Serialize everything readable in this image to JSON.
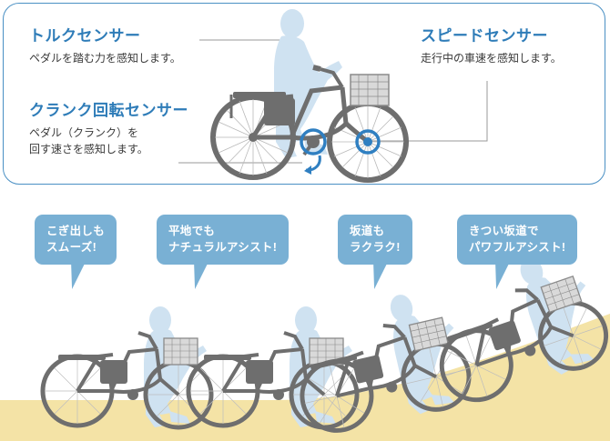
{
  "sensor_panel": {
    "callouts": [
      {
        "id": "torque-sensor",
        "title": "トルクセンサー",
        "body": "ペダルを踏む力を感知します。"
      },
      {
        "id": "crank-rotation-sensor",
        "title": "クランク回転センサー",
        "body_line1": "ペダル（クランク）を",
        "body_line2": "回す速さを感知します。"
      },
      {
        "id": "speed-sensor",
        "title": "スピードセンサー",
        "body": "走行中の車速を感知します。"
      }
    ],
    "markers": [
      {
        "id": "crank-sensor-marker",
        "label": "crank-sensor-circle"
      },
      {
        "id": "speed-sensor-marker",
        "label": "front-hub-sensor-circle"
      }
    ]
  },
  "assist_scene": {
    "bubbles": [
      {
        "line1": "こぎ出しも",
        "line2": "スムーズ!"
      },
      {
        "line1": "平地でも",
        "line2": "ナチュラルアシスト!"
      },
      {
        "line1": "坂道も",
        "line2": "ラクラク!"
      },
      {
        "line1": "きつい坂道で",
        "line2": "パワフルアシスト!"
      }
    ],
    "riders": [
      {
        "id": "rider-flat-start",
        "terrain": "flat"
      },
      {
        "id": "rider-flat-cruise",
        "terrain": "flat"
      },
      {
        "id": "rider-slope-mild",
        "terrain": "slope"
      },
      {
        "id": "rider-slope-steep",
        "terrain": "slope"
      }
    ]
  },
  "colors": {
    "panel_border": "#4a90c4",
    "heading_blue": "#2e7cb8",
    "body_text": "#3a3a3a",
    "bubble_blue": "#79b0d4",
    "marker_blue": "#2f7fc1",
    "rider_blue": "#cfe2f1",
    "bike_gray": "#6e6e6e",
    "ground_yellow": "#f4e3a6",
    "leader_line": "#9a9a9a"
  }
}
